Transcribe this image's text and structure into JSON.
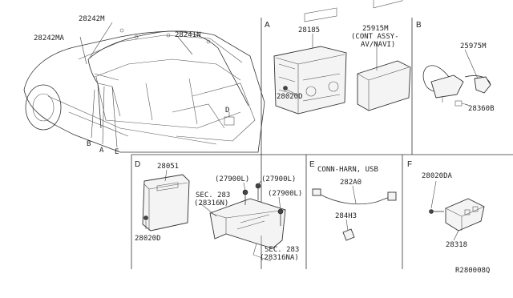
{
  "main": {
    "labels": {
      "p28242M": "28242M",
      "p28242MA": "28242MA",
      "p28241N": "28241N",
      "refB": "B",
      "refA": "A",
      "refE": "E",
      "refD": "D"
    }
  },
  "sections": {
    "A": {
      "letter": "A",
      "p28185": "28185",
      "p25915M": "25915M",
      "cont1": "(CONT ASSY-",
      "cont2": "AV/NAVI)",
      "p28020D": "28020D"
    },
    "B": {
      "letter": "B",
      "p25975M": "25975M",
      "p28360B": "28360B"
    },
    "D": {
      "letter": "D",
      "p28051": "28051",
      "p27900L_1": "(27900L)",
      "p27900L_2": "(27900L)",
      "p27900L_3": "(27900L)",
      "sec283a": "SEC. 283",
      "p28316N": "(28316N)",
      "sec283b": "SEC. 283",
      "p28316NA": "(28316NA)",
      "p28020D": "28020D"
    },
    "E": {
      "letter": "E",
      "title": "CONN-HARN, USB",
      "p282A0": "282A0",
      "p284H3": "284H3"
    },
    "F": {
      "letter": "F",
      "p28020DA": "28020DA",
      "p28318": "28318"
    }
  },
  "footer": {
    "code": "R280008Q"
  }
}
